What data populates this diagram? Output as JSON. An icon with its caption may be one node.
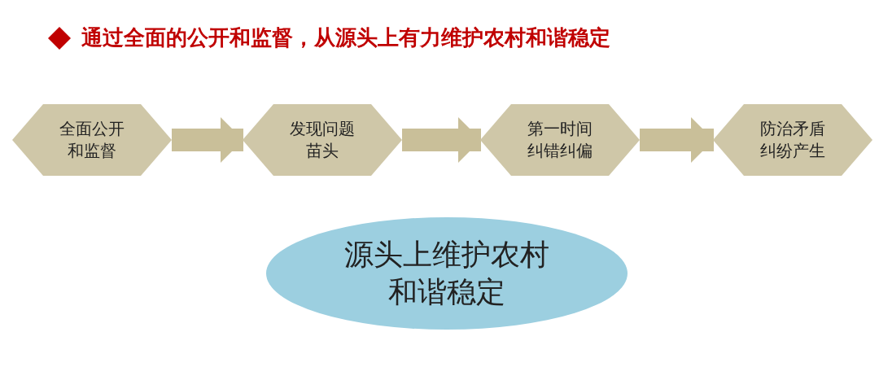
{
  "diagram": {
    "title": "通过全面的公开和监督，从源头上有力维护农村和谐稳定",
    "nodes": [
      {
        "text": [
          "全面公开和监督"
        ]
      },
      {
        "text": [
          "发现问题苗头"
        ]
      },
      {
        "text": [
          "第一时间纠错纠偏"
        ]
      },
      {
        "text": [
          "防治矛盾纠纷产生"
        ]
      },
      {
        "text": [
          "源头上维护农村和谐稳定"
        ]
      }
    ],
    "edges": [
      {
        "from": 0,
        "to": 1,
        "arrow": "to"
      },
      {
        "from": 1,
        "to": 2,
        "arrow": "to"
      },
      {
        "from": 2,
        "to": 3,
        "arrow": "to"
      }
    ]
  }
}
